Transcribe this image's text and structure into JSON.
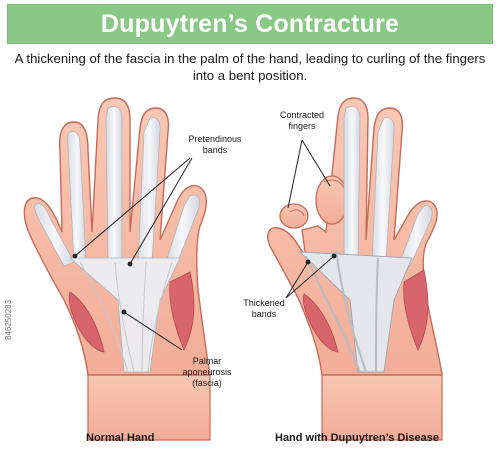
{
  "header": {
    "title": "Dupuytren’s Contracture"
  },
  "description": {
    "line1": "A thickening of the fascia in the palm of the hand, leading to curling of the fingers",
    "line2": "into a bent position."
  },
  "left_hand": {
    "caption": "Normal Hand",
    "labels": {
      "pretendinous_line1": "Pretendinous",
      "pretendinous_line2": "bands",
      "palmar_line1": "Palmar",
      "palmar_line2": "aponeurosis",
      "palmar_line3": "(fascia)"
    }
  },
  "right_hand": {
    "caption": "Hand with Dupuytren’s Disease",
    "labels": {
      "contracted_line1": "Contracted",
      "contracted_line2": "fingers",
      "thickened_line1": "Thickened",
      "thickened_line2": "bands"
    }
  },
  "stock_id": "846250283",
  "colors": {
    "banner": "#8ac886",
    "skin": "#f6b9a3",
    "skin_outline": "#b8584a",
    "muscle": "#d9656c",
    "tendon": "#e8eaee"
  }
}
